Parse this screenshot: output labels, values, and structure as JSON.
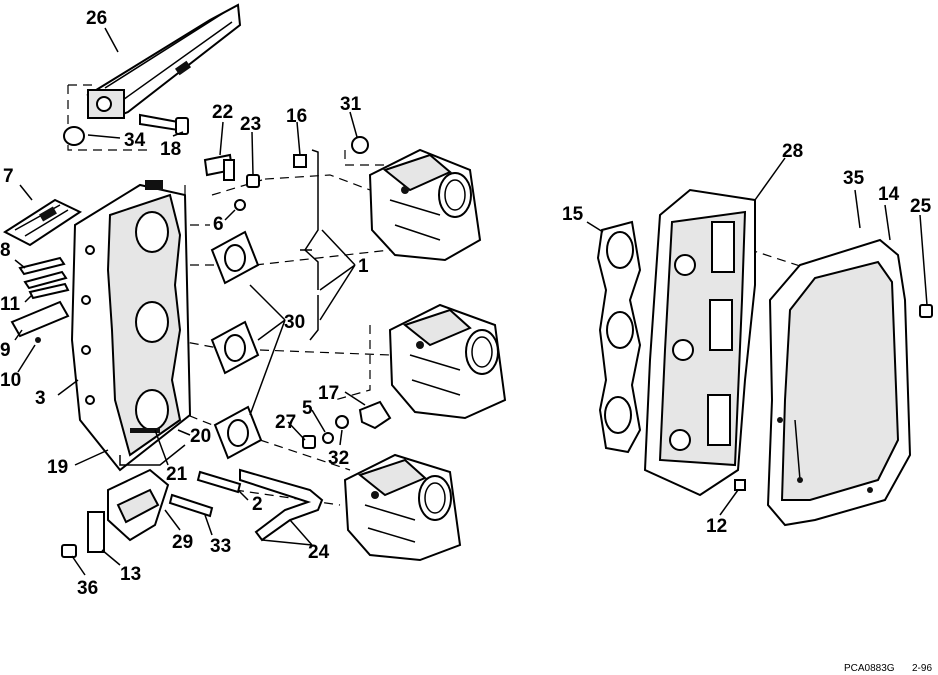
{
  "callouts": {
    "c1": "1",
    "c2": "2",
    "c3": "3",
    "c5": "5",
    "c6": "6",
    "c7": "7",
    "c8": "8",
    "c9": "9",
    "c10": "10",
    "c11": "11",
    "c12": "12",
    "c13": "13",
    "c14": "14",
    "c15": "15",
    "c16": "16",
    "c17": "17",
    "c18": "18",
    "c19": "19",
    "c20": "20",
    "c21": "21",
    "c22": "22",
    "c23": "23",
    "c24": "24",
    "c25": "25",
    "c26": "26",
    "c27": "27",
    "c28": "28",
    "c29": "29",
    "c30": "30",
    "c31": "31",
    "c32": "32",
    "c33": "33",
    "c34": "34",
    "c35": "35",
    "c36": "36"
  },
  "footer": {
    "drawing_ref": "PCA0883G",
    "page_ref": "2-96"
  }
}
